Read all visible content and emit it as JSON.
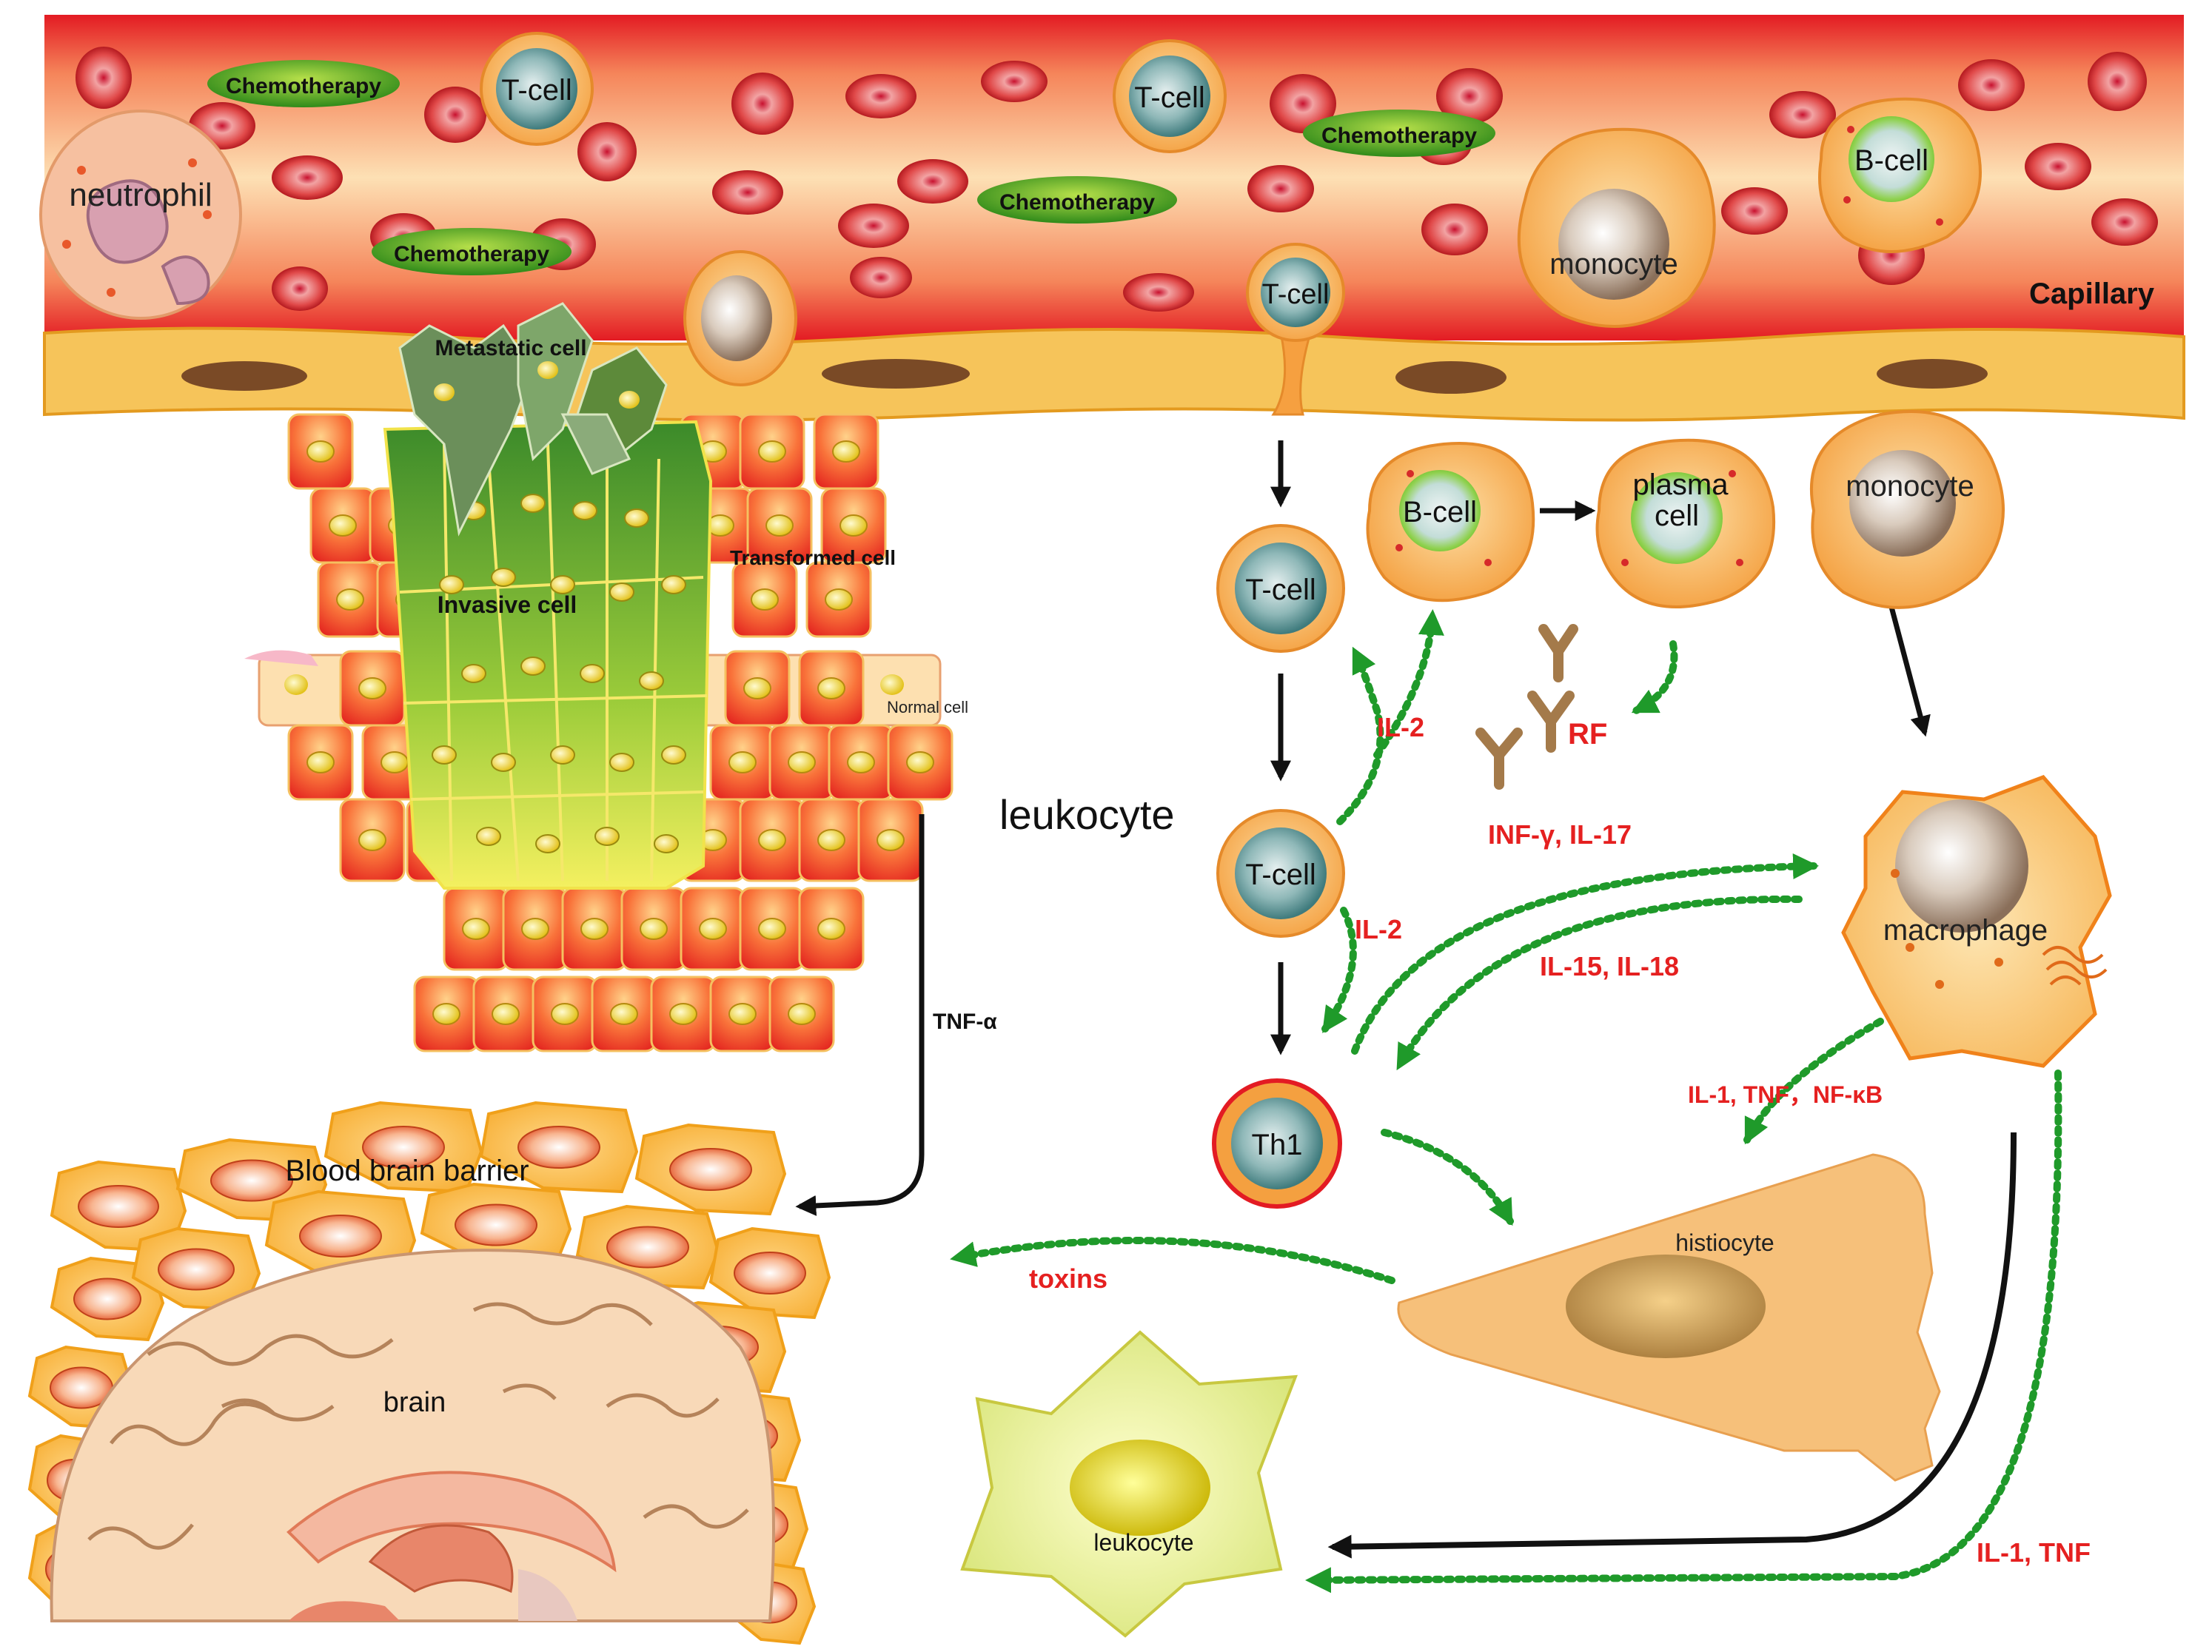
{
  "labels": {
    "capillary": "Capillary",
    "neutrophil": "neutrophil",
    "chemotherapy": "Chemotherapy",
    "t_cell": "T-cell",
    "b_cell": "B-cell",
    "monocyte": "monocyte",
    "plasma_line1": "plasma",
    "plasma_line2": "cell",
    "th1": "Th1",
    "macrophage": "macrophage",
    "histiocyte": "histiocyte",
    "leukocyte": "leukocyte",
    "metastatic_cell": "Metastatic cell",
    "invasive_cell": "Invasive cell",
    "transformed_cell": "Transformed cell",
    "normal_cell": "Normal cell",
    "blood_brain_barrier": "Blood brain barrier",
    "brain": "brain",
    "rf": "RF"
  },
  "signals": {
    "il2": "IL-2",
    "inf_il17": "INF-γ, IL-17",
    "il15_il18": "IL-15, IL-18",
    "il1_tnf_nfkb": "IL-1, TNF，NF-κB",
    "il1_tnf": "IL-1, TNF",
    "tnf_alpha": "TNF-α",
    "toxins": "toxins"
  },
  "colors": {
    "signal_text": "#e52020",
    "dotted_arrow": "#1f9a2a",
    "solid_arrow": "#111111",
    "capillary_red": "#e8262a",
    "capillary_light": "#fbd9a8",
    "endothelium": "#f6c45a",
    "tumor_red": "#ef4a2a",
    "tumor_green": "#8cc63f",
    "bbb_orange": "#f7b733",
    "brain_tan": "#f8d9b8"
  }
}
